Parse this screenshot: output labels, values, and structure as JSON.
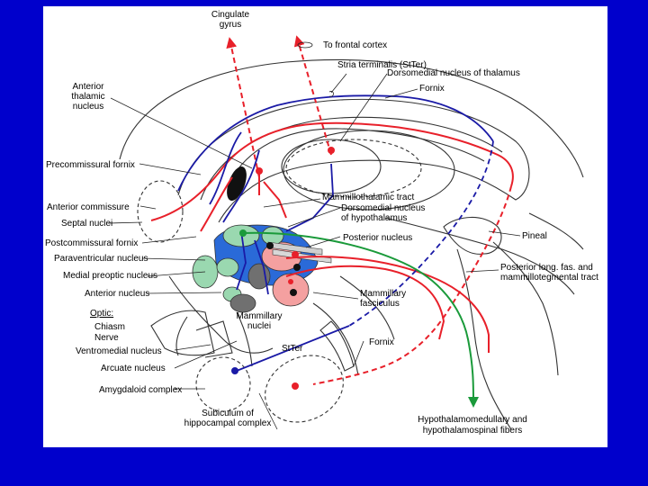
{
  "labels": {
    "cingulate_1": "Cingulate",
    "cingulate_2": "gyrus",
    "frontal_cortex": "To frontal cortex",
    "stria_terminalis": "Stria terminalis (StTer)",
    "dorsomedial_thalamus": "Dorsomedial nucleus of thalamus",
    "fornix_top": "Fornix",
    "anterior_thalamic_1": "Anterior",
    "anterior_thalamic_2": "thalamic",
    "anterior_thalamic_3": "nucleus",
    "precommissural_fornix": "Precommissural fornix",
    "mammillothalamic_tract": "Mammillothalamic tract",
    "anterior_commissure": "Anterior commissure",
    "dorsomedial_hypo_1": "Dorsomedial nucleus",
    "dorsomedial_hypo_2": "of hypothalamus",
    "septal_nuclei": "Septal nuclei",
    "postcommissural_fornix": "Postcommissural fornix",
    "posterior_nucleus": "Posterior nucleus",
    "pineal": "Pineal",
    "paraventricular": "Paraventricular  nucleus",
    "medial_preoptic": "Medial preoptic nucleus",
    "posterior_long_1": "Posterior long. fas. and",
    "posterior_long_2": "mammillotegmental tract",
    "anterior_nucleus": "Anterior nucleus",
    "mammillary_fasc_1": "Mammillary",
    "mammillary_fasc_2": "fasciculus",
    "optic": "Optic:",
    "chiasm": "Chiasm",
    "nerve": "Nerve",
    "mammillary_nuclei_1": "Mammillary",
    "mammillary_nuclei_2": "nuclei",
    "ventromedial": "Ventromedial nucleus",
    "stter_bottom": "StTer",
    "fornix_bottom": "Fornix",
    "arcuate": "Arcuate nucleus",
    "amygdaloid": "Amygdaloid complex",
    "subiculum_1": "Subiculum of",
    "subiculum_2": "hippocampal complex",
    "hypothalamomedullary_1": "Hypothalamomedullary and",
    "hypothalamospinal_2": "hypothalamospinal fibers"
  },
  "colors": {
    "slide_background": "#0000cc",
    "figure_background": "#ffffff",
    "red_pathway": "#e8202a",
    "blue_pathway": "#1a1aa6",
    "green_pathway": "#1a9a3a",
    "nucleus_blue": "#2a6ad8",
    "nucleus_green": "#9ad8b0",
    "nucleus_pink": "#f4a0a0",
    "nucleus_gray": "#707070",
    "outline": "#333333"
  }
}
